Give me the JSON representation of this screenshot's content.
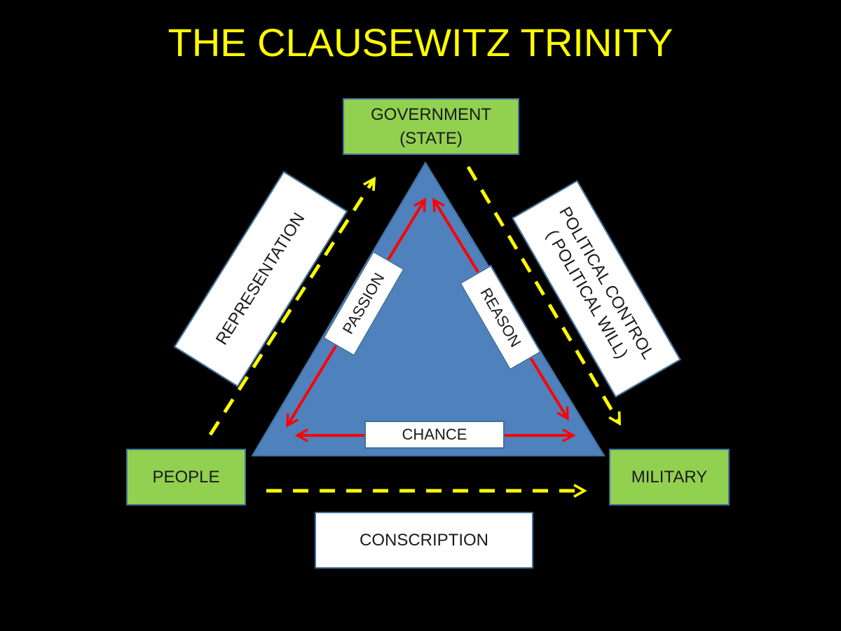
{
  "title": "THE CLAUSEWITZ TRINITY",
  "nodes": {
    "government": {
      "line1": "GOVERNMENT",
      "line2": "(STATE)"
    },
    "people": "PEOPLE",
    "military": "MILITARY"
  },
  "relations": {
    "representation": "REPRESENTATION",
    "political_control": {
      "line1": "POLITICAL CONTROL",
      "line2": "( POLITICAL WILL)"
    },
    "conscription": "CONSCRIPTION"
  },
  "trinity": {
    "passion": "PASSION",
    "reason": "REASON",
    "chance": "CHANCE"
  },
  "colors": {
    "background": "#000000",
    "title": "#ffff00",
    "node_fill": "#92d050",
    "triangle_fill": "#4f81bd",
    "outline": "#41719c",
    "inner_arrows": "#ff0000",
    "dashed_arrows": "#ffff00",
    "label_fill": "#ffffff"
  }
}
